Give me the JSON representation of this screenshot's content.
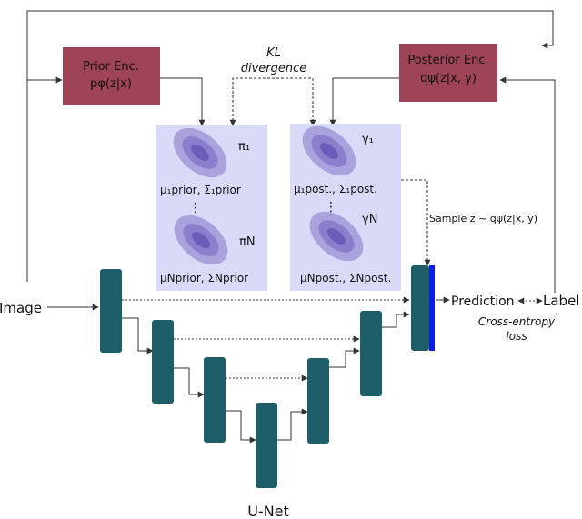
{
  "colors": {
    "encoder_fill": "#9f4356",
    "panel_fill": "#d9d9f8",
    "ellipse_outer": "#a9a2dc",
    "ellipse_mid": "#8a7fcc",
    "ellipse_inner": "#6b5db8",
    "unet_block": "#1d5e68",
    "prediction_bar": "#0a20e0",
    "arrow": "#333333"
  },
  "prior_encoder": {
    "title": "Prior Enc.",
    "formula": "pφ(z|x)"
  },
  "posterior_encoder": {
    "title": "Posterior Enc.",
    "formula": "qψ(z|x, y)"
  },
  "kl": {
    "line1": "KL",
    "line2": "divergence"
  },
  "prior_panel": {
    "pi1": "π₁",
    "piN": "πN",
    "mu1": "μ₁prior, Σ₁prior",
    "muN": "μNprior, ΣNprior"
  },
  "posterior_panel": {
    "gamma1": "γ₁",
    "gammaN": "γN",
    "mu1": "μ₁post., Σ₁post.",
    "muN": "μNpost., ΣNpost."
  },
  "sample_label": "Sample z ~ qψ(z|x, y)",
  "image_label": "Image",
  "prediction_label": "Prediction",
  "label_label": "Label",
  "loss": {
    "line1": "Cross-entropy",
    "line2": "loss"
  },
  "unet_label": "U-Net"
}
